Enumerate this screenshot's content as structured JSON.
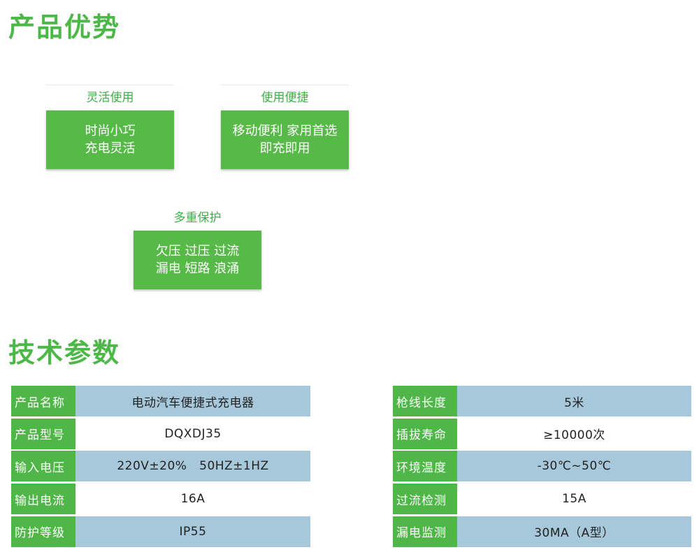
{
  "section_advantages": {
    "title": "产品优势",
    "cards": [
      {
        "title": "灵活使用",
        "line1": "时尚小巧",
        "line2": "充电灵活"
      },
      {
        "title": "使用便捷",
        "line1": "移动便利 家用首选",
        "line2": "即充即用"
      },
      {
        "title": "多重保护",
        "line1": "欠压 过压 过流",
        "line2": "漏电 短路 浪涌"
      }
    ]
  },
  "section_specs": {
    "title": "技术参数",
    "left": [
      {
        "key": "产品名称",
        "value": "电动汽车便捷式充电器"
      },
      {
        "key": "产品型号",
        "value": "DQXDJ35"
      },
      {
        "key": "输入电压",
        "value": "220V±20%   50HZ±1HZ"
      },
      {
        "key": "输出电流",
        "value": "16A"
      },
      {
        "key": "防护等级",
        "value": "IP55"
      }
    ],
    "right": [
      {
        "key": "枪线长度",
        "value": "5米"
      },
      {
        "key": "插拔寿命",
        "value": "≥10000次"
      },
      {
        "key": "环境温度",
        "value": "-30℃~50℃"
      },
      {
        "key": "过流检测",
        "value": "15A"
      },
      {
        "key": "漏电监测",
        "value": "30MA（A型）"
      }
    ]
  },
  "colors": {
    "brand_green": "#4cb848",
    "value_blue": "#a6c8da"
  }
}
